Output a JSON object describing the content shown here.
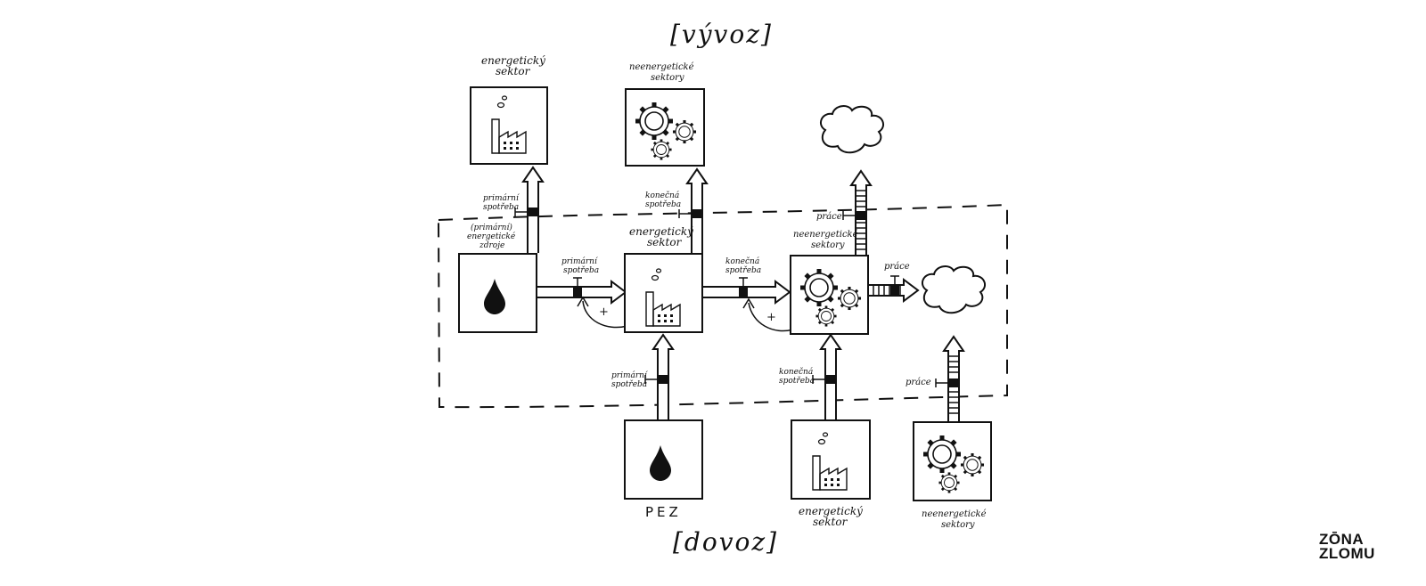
{
  "title_top": "[vývoz]",
  "title_bottom": "[dovoz]",
  "labels": {
    "energy_sector_top": [
      "energetický",
      "sektor"
    ],
    "non_energy_top": [
      "neenergetické",
      "sektory"
    ],
    "primary_resources": [
      "(primární)",
      "energetické",
      "zdroje"
    ],
    "energy_sector_mid": [
      "energetický",
      "sektor"
    ],
    "non_energy_mid": [
      "neenergetické",
      "sektory"
    ],
    "primary_cons_1": [
      "primární",
      "spotřeba"
    ],
    "final_cons_1": [
      "konečná",
      "spotřeba"
    ],
    "work_1": "práce",
    "primary_cons_2": [
      "primární",
      "spotřeba"
    ],
    "final_cons_2": [
      "konečná",
      "spotřeba"
    ],
    "work_2": "práce",
    "primary_cons_3": [
      "primární",
      "spotřeba"
    ],
    "final_cons_3": [
      "konečná",
      "spotřeba"
    ],
    "work_3": "práce",
    "pez": "PEZ",
    "energy_sector_bottom": [
      "energetický",
      "sektor"
    ],
    "non_energy_bottom": [
      "neenergetické",
      "sektory"
    ],
    "plus": "+"
  },
  "logo": [
    "ZŌNA",
    "ZLOMU"
  ]
}
